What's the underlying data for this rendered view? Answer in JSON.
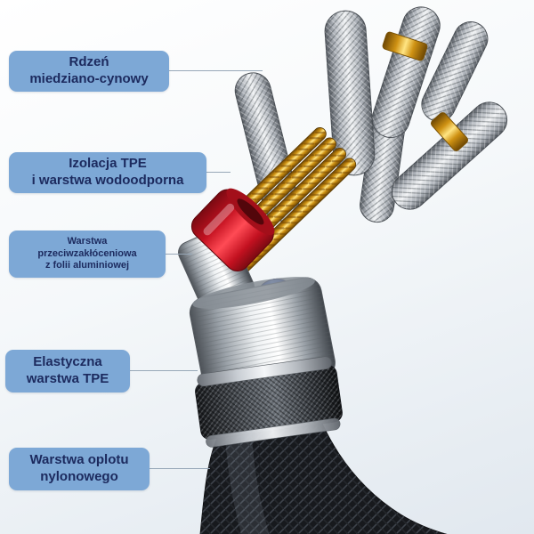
{
  "page": {
    "background_top": "#ffffff",
    "background_bottom": "#e1e8ef"
  },
  "style": {
    "label_bg": "#7da8d6",
    "label_text": "#1c2a5e",
    "connector": "#98a8b8"
  },
  "labels": [
    {
      "name": "core",
      "lines": [
        "Rdzeń",
        "miedziano-cynowy"
      ]
    },
    {
      "name": "insulation",
      "lines": [
        "Izolacja TPE",
        "i warstwa wodoodporna"
      ]
    },
    {
      "name": "shielding",
      "lines": [
        "Warstwa",
        "przeciwzakłóceniowa",
        "z folii aluminiowej"
      ]
    },
    {
      "name": "flexible-tpe",
      "lines": [
        "Elastyczna",
        "warstwa TPE"
      ]
    },
    {
      "name": "nylon-braid",
      "lines": [
        "Warstwa oplotu",
        "nylonowego"
      ]
    }
  ],
  "illustration": {
    "parts": [
      {
        "name": "tin-copper-strands",
        "color": "#c9ced4"
      },
      {
        "name": "gold-conductors",
        "color": "#d9a21a"
      },
      {
        "name": "red-tpe-insulation",
        "color": "#c31120"
      },
      {
        "name": "blue-wire",
        "color": "#1c41c4"
      },
      {
        "name": "aluminium-foil",
        "color": "#c4c9cf"
      },
      {
        "name": "metal-collar",
        "color": "#3a3e44"
      },
      {
        "name": "nylon-jacket",
        "color": "#17191d"
      }
    ]
  }
}
